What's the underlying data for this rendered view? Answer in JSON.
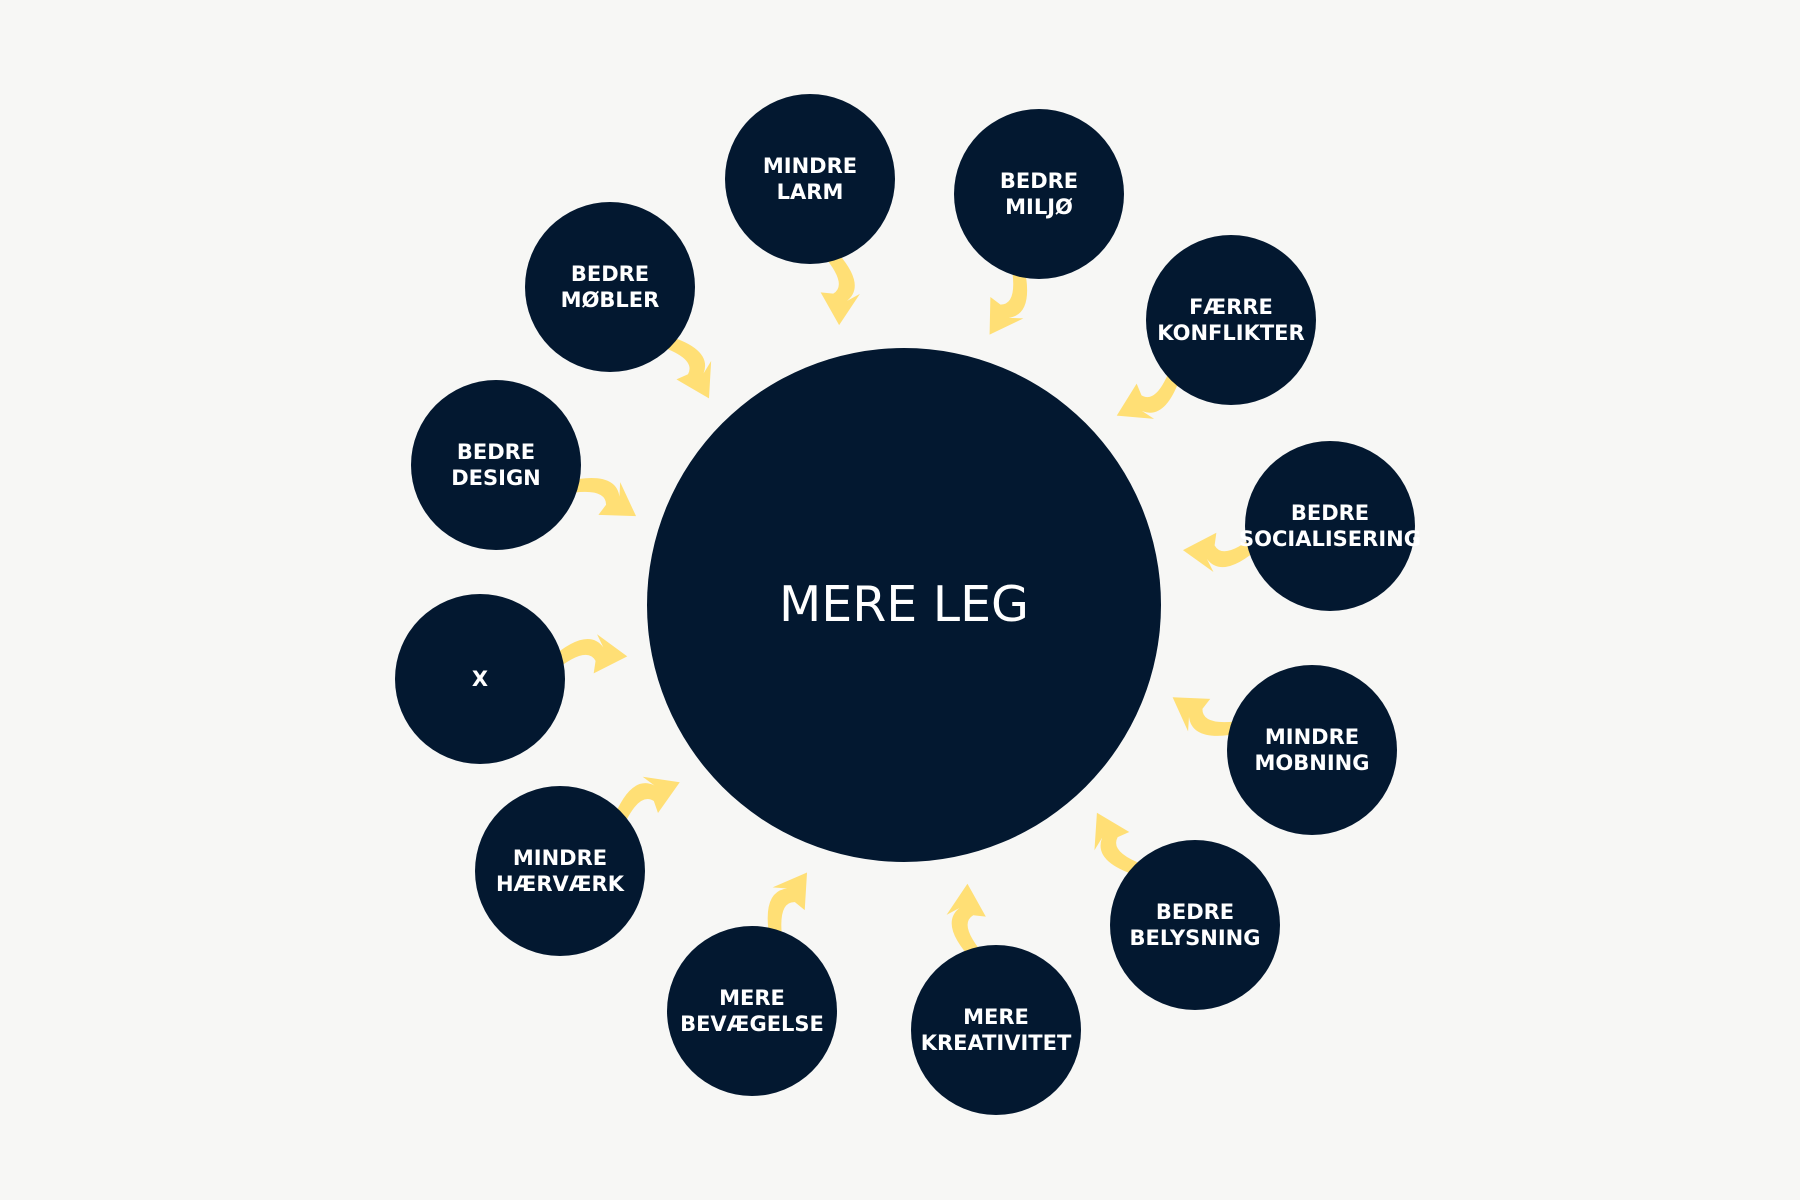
{
  "colors": {
    "background": "#f7f7f5",
    "circle": "#031830",
    "arrow": "#ffdf75",
    "text": "#ffffff"
  },
  "hub": {
    "label": "MERE LEG"
  },
  "nodes": [
    {
      "id": "mindre-larm",
      "lines": [
        "MINDRE",
        "LARM"
      ]
    },
    {
      "id": "bedre-miljo",
      "lines": [
        "BEDRE",
        "MILJØ"
      ]
    },
    {
      "id": "faerre-konflikter",
      "lines": [
        "FÆRRE",
        "KONFLIKTER"
      ]
    },
    {
      "id": "bedre-socialisering",
      "lines": [
        "BEDRE",
        "SOCIALISERING"
      ]
    },
    {
      "id": "mindre-mobning",
      "lines": [
        "MINDRE",
        "MOBNING"
      ]
    },
    {
      "id": "bedre-belysning",
      "lines": [
        "BEDRE",
        "BELYSNING"
      ]
    },
    {
      "id": "mere-kreativitet",
      "lines": [
        "MERE",
        "KREATIVITET"
      ]
    },
    {
      "id": "mere-bevaegelse",
      "lines": [
        "MERE",
        "BEVÆGELSE"
      ]
    },
    {
      "id": "mindre-haervaerk",
      "lines": [
        "MINDRE",
        "HÆRVÆRK"
      ]
    },
    {
      "id": "x",
      "lines": [
        "X"
      ]
    },
    {
      "id": "bedre-design",
      "lines": [
        "BEDRE",
        "DESIGN"
      ]
    },
    {
      "id": "bedre-mobler",
      "lines": [
        "BEDRE",
        "MØBLER"
      ]
    }
  ]
}
